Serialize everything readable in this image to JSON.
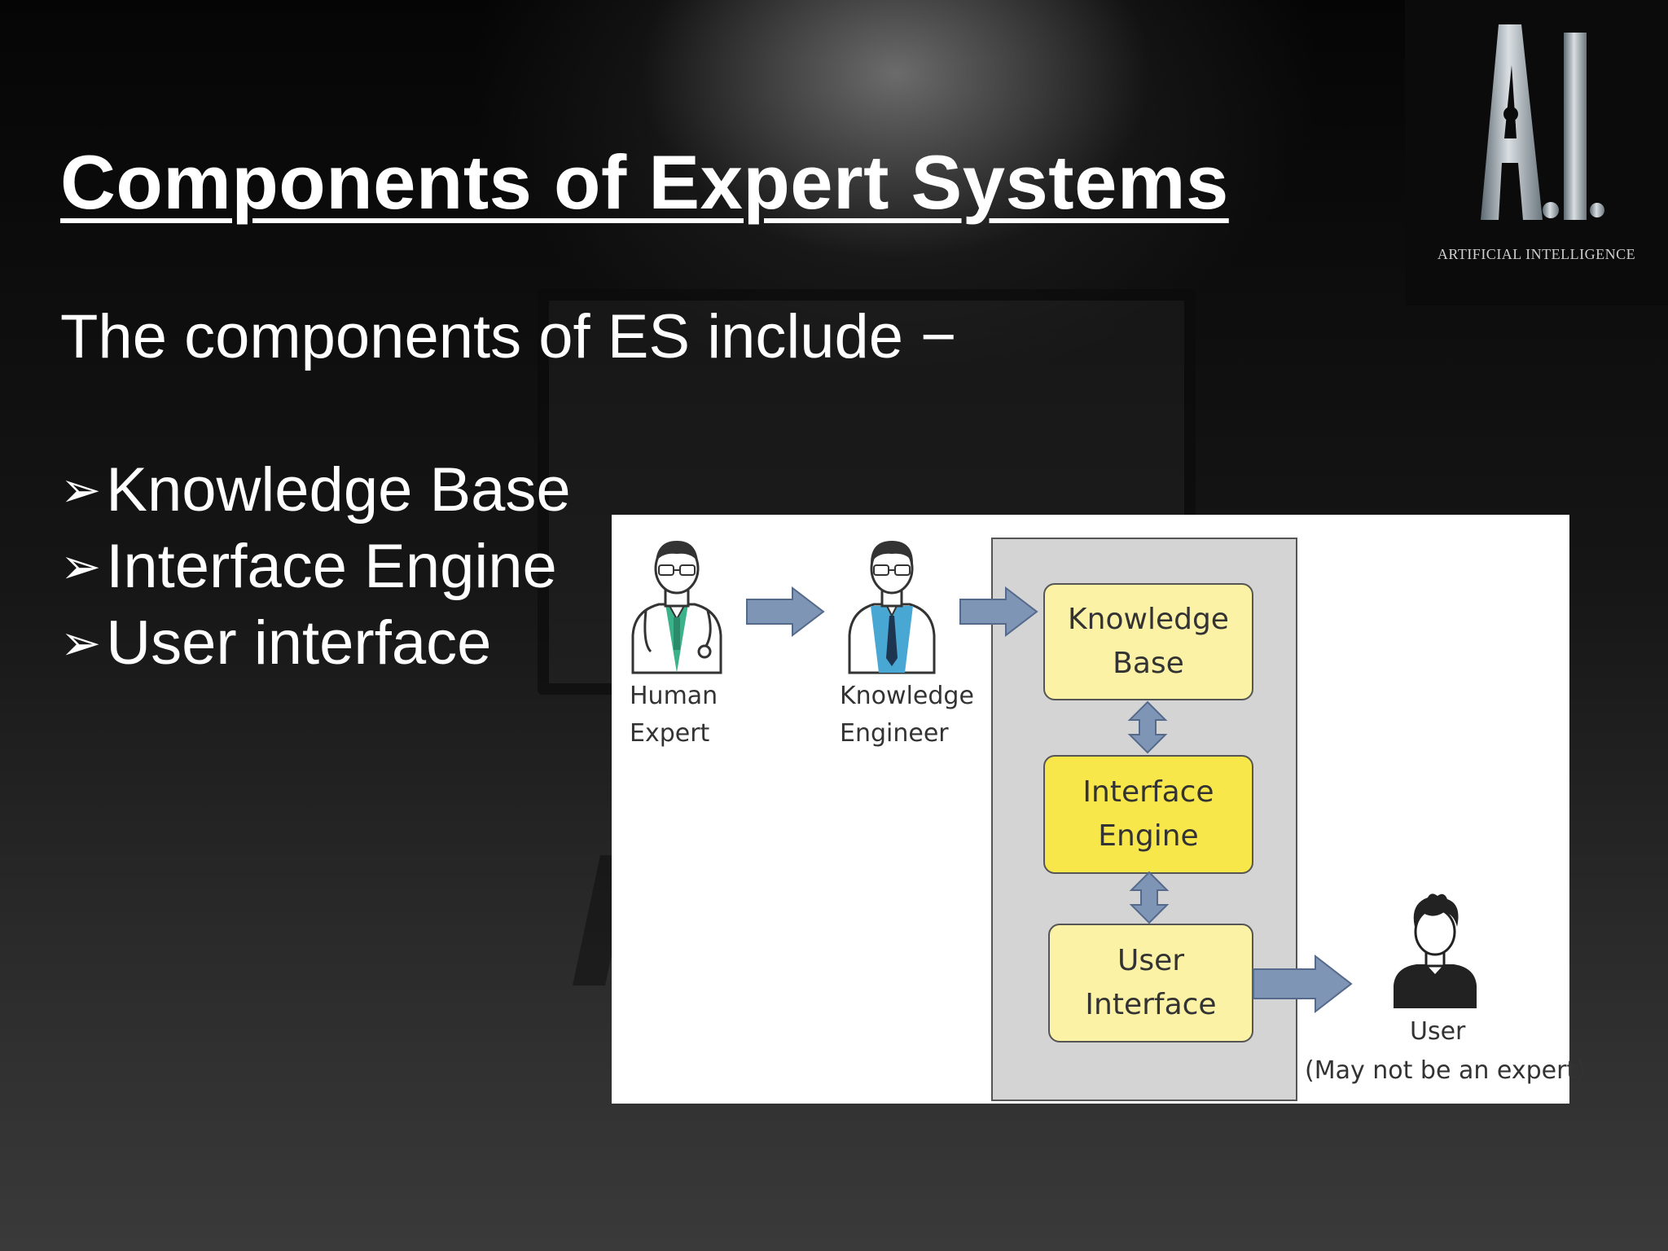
{
  "slide": {
    "title": "Components of Expert Systems",
    "intro": "The components of ES include −",
    "bullet_marker": "➢",
    "bullets": [
      "Knowledge Base",
      "Interface Engine",
      "User interface"
    ]
  },
  "logo": {
    "mark": "A.I.",
    "caption": "ARTIFICIAL INTELLIGENCE"
  },
  "diagram": {
    "human_expert": {
      "line1": "Human",
      "line2": "Expert",
      "icon": "doctor-icon"
    },
    "knowledge_engineer": {
      "line1": "Knowledge",
      "line2": "Engineer",
      "icon": "engineer-icon"
    },
    "knowledge_base": "Knowledge\nBase",
    "interface_engine": "Interface\nEngine",
    "user_interface": "User\nInterface",
    "user": {
      "name": "User",
      "note": "(May not be an expert)",
      "icon": "user-icon"
    },
    "colors": {
      "box_light": "#fbf2a6",
      "box_bright": "#f8e74a",
      "arrow": "#7f95b5",
      "panel": "#d4d4d4"
    }
  }
}
